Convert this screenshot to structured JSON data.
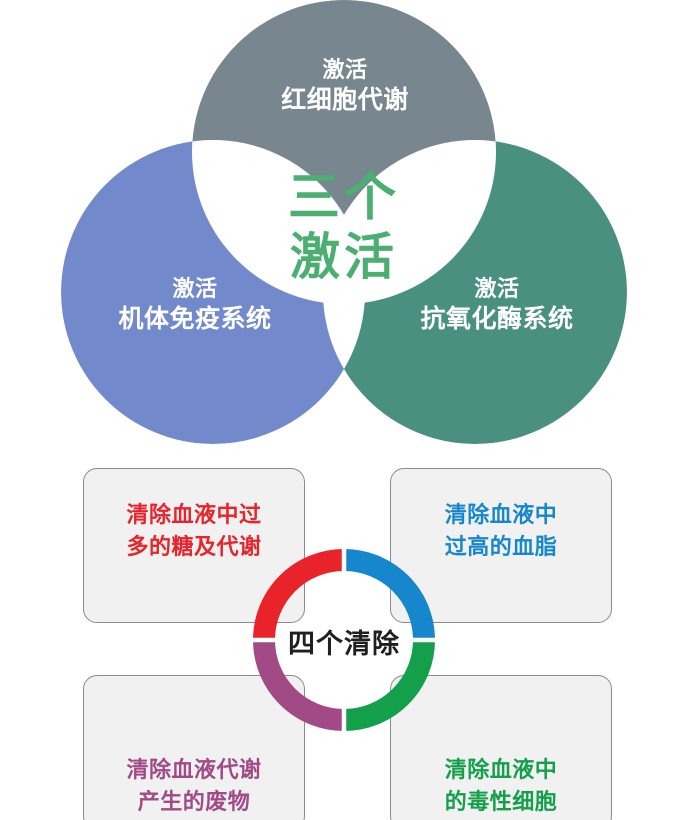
{
  "colors": {
    "venn_top": "#78868f",
    "venn_left": "#7289cb",
    "venn_right": "#4a9080",
    "center_green": "#4caf72",
    "donut_red": "#e8232a",
    "donut_blue": "#1787cd",
    "donut_green": "#14a04a",
    "donut_purple": "#a24a86",
    "box_fill": "#f1f1f1",
    "box_border": "#8b8b8b",
    "page_bg": "#ffffff"
  },
  "venn": {
    "center_title_line1": "三个",
    "center_title_line2": "激活",
    "circles": [
      {
        "id": "top",
        "position": "top",
        "color": "#78868f",
        "line1": "激活",
        "line2": "红细胞代谢"
      },
      {
        "id": "left",
        "position": "bottom-left",
        "color": "#7289cb",
        "line1": "激活",
        "line2": "机体免疫系统"
      },
      {
        "id": "right",
        "position": "bottom-right",
        "color": "#4a9080",
        "line1": "激活",
        "line2": "抗氧化酶系统"
      }
    ]
  },
  "donut": {
    "center_title": "四个清除",
    "segments": [
      {
        "id": "red",
        "position": "top-left",
        "color": "#e8232a"
      },
      {
        "id": "blue",
        "position": "top-right",
        "color": "#1787cd"
      },
      {
        "id": "green",
        "position": "bottom-right",
        "color": "#14a04a"
      },
      {
        "id": "purple",
        "position": "bottom-left",
        "color": "#a24a86"
      }
    ]
  },
  "boxes": [
    {
      "id": "top-left",
      "color": "#e8232a",
      "line1": "清除血液中过",
      "line2": "多的糖及代谢"
    },
    {
      "id": "top-right",
      "color": "#1787cd",
      "line1": "清除血液中",
      "line2": "过高的血脂"
    },
    {
      "id": "bottom-left",
      "color": "#a24a86",
      "line1": "清除血液代谢",
      "line2": "产生的废物"
    },
    {
      "id": "bottom-right",
      "color": "#14a04a",
      "line1": "清除血液中",
      "line2": "的毒性细胞"
    }
  ]
}
